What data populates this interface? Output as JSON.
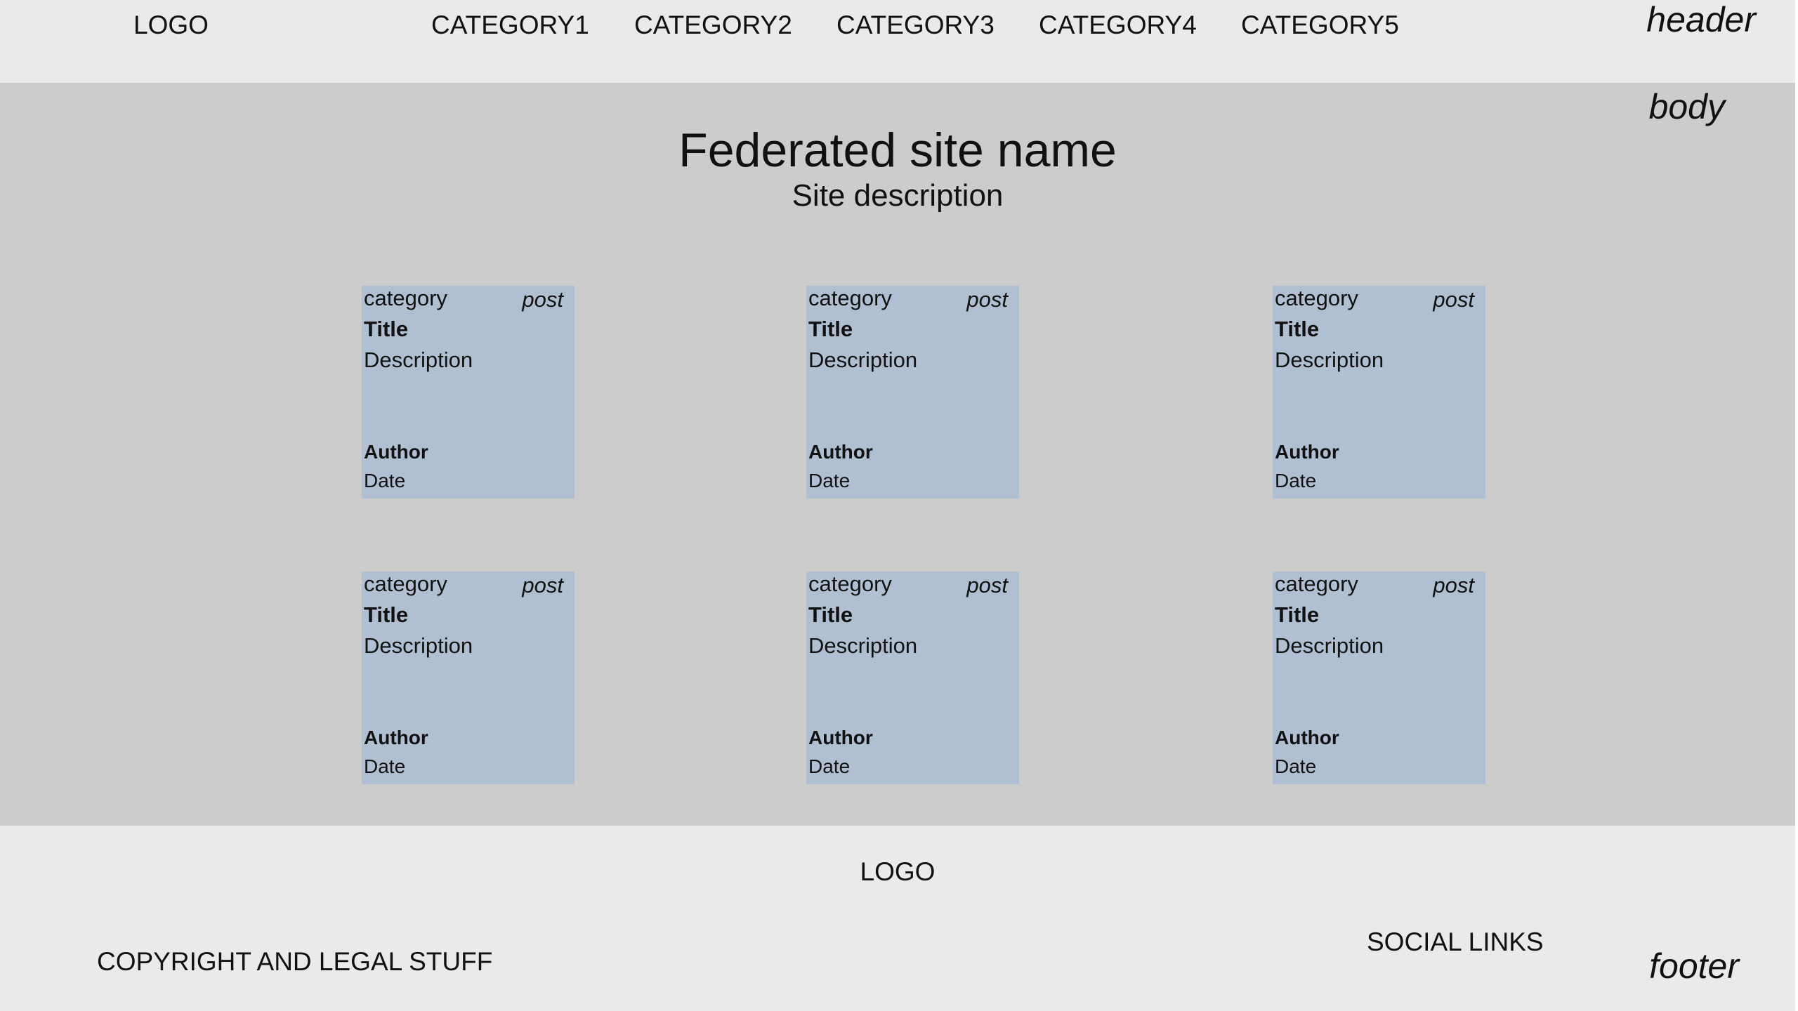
{
  "header": {
    "logo": "LOGO",
    "nav": [
      "CATEGORY1",
      "CATEGORY2",
      "CATEGORY3",
      "CATEGORY4",
      "CATEGORY5"
    ],
    "section_label": "header"
  },
  "body": {
    "section_label": "body",
    "site_name": "Federated site name",
    "site_description": "Site description",
    "cards": [
      {
        "category": "category",
        "type": "post",
        "title": "Title",
        "description": "Description",
        "author": "Author",
        "date": "Date"
      },
      {
        "category": "category",
        "type": "post",
        "title": "Title",
        "description": "Description",
        "author": "Author",
        "date": "Date"
      },
      {
        "category": "category",
        "type": "post",
        "title": "Title",
        "description": "Description",
        "author": "Author",
        "date": "Date"
      },
      {
        "category": "category",
        "type": "post",
        "title": "Title",
        "description": "Description",
        "author": "Author",
        "date": "Date"
      },
      {
        "category": "category",
        "type": "post",
        "title": "Title",
        "description": "Description",
        "author": "Author",
        "date": "Date"
      },
      {
        "category": "category",
        "type": "post",
        "title": "Title",
        "description": "Description",
        "author": "Author",
        "date": "Date"
      }
    ]
  },
  "footer": {
    "logo": "LOGO",
    "copyright": "COPYRIGHT AND LEGAL STUFF",
    "social": "SOCIAL LINKS",
    "section_label": "footer"
  },
  "colors": {
    "header_bg": "#eaeaea",
    "body_bg": "#cccccc",
    "card_bg": "#b0bfd2",
    "footer_bg": "#eaeaea"
  }
}
